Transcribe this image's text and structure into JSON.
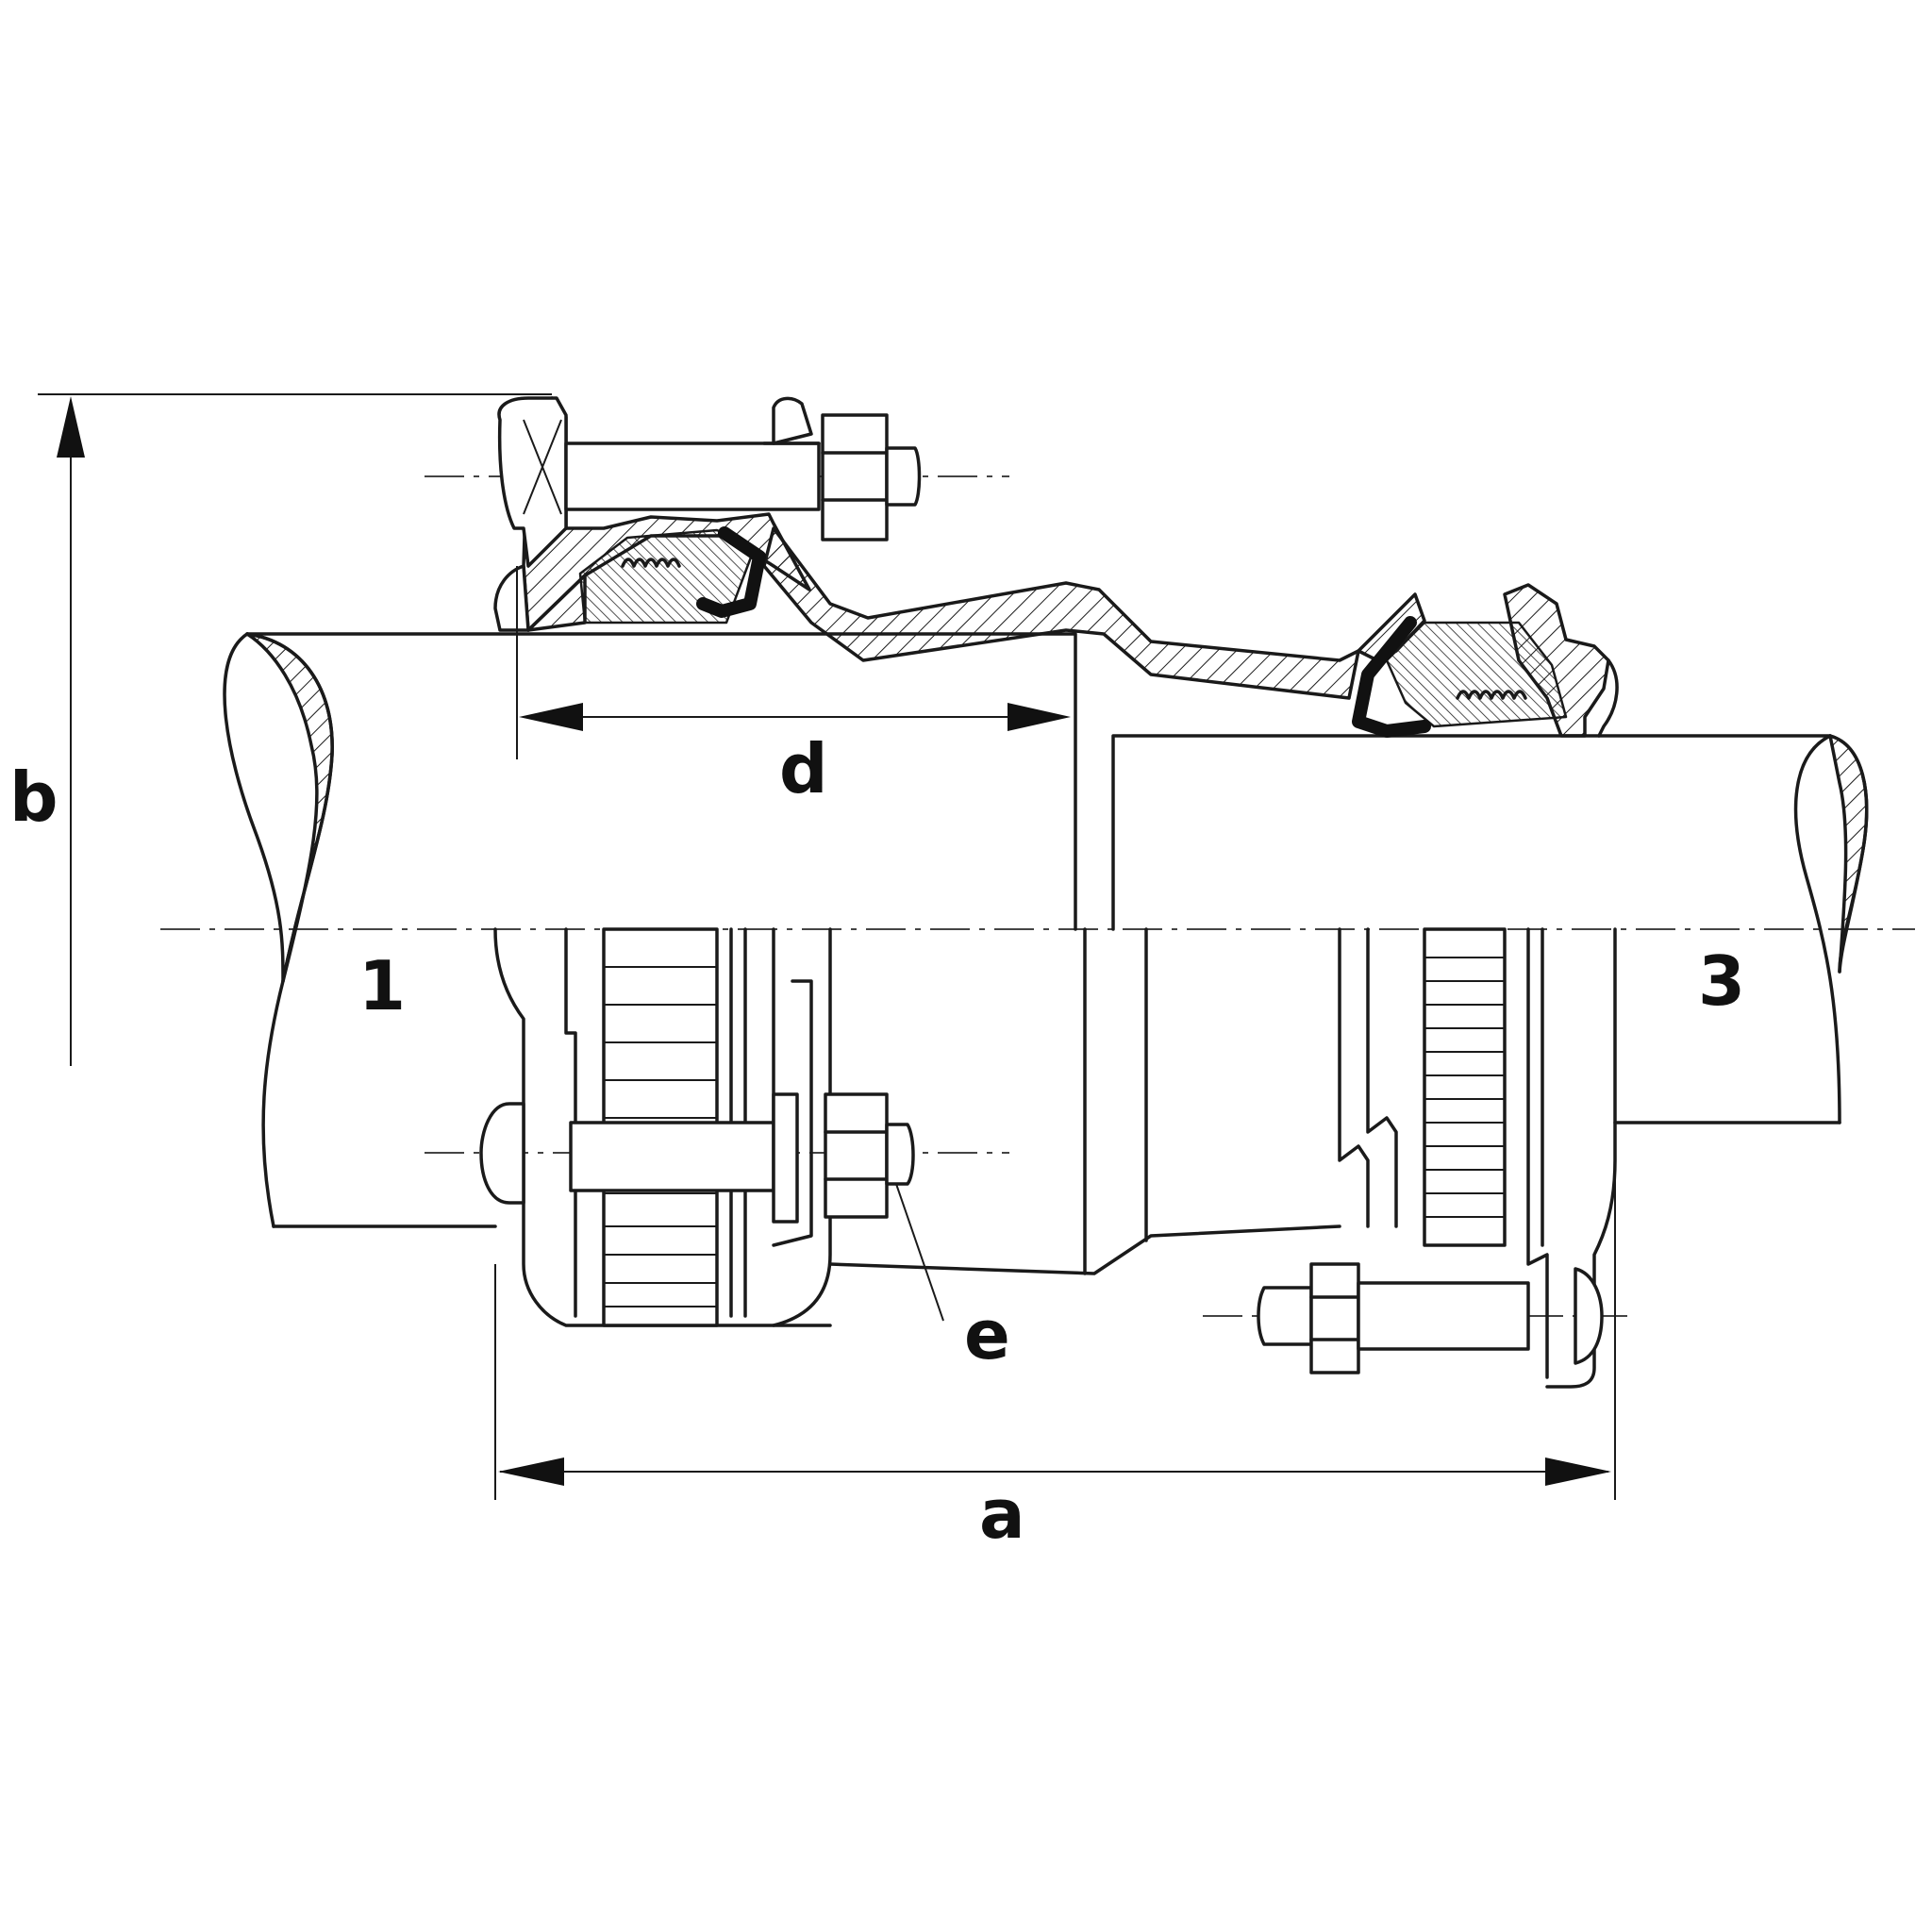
{
  "labels": {
    "pipe_left": "1",
    "pipe_right": "3",
    "dim_a": "a",
    "dim_b": "b",
    "dim_d": "d",
    "dim_e": "e"
  },
  "colors": {
    "line": "#1a1a1a",
    "background": "#ffffff"
  }
}
